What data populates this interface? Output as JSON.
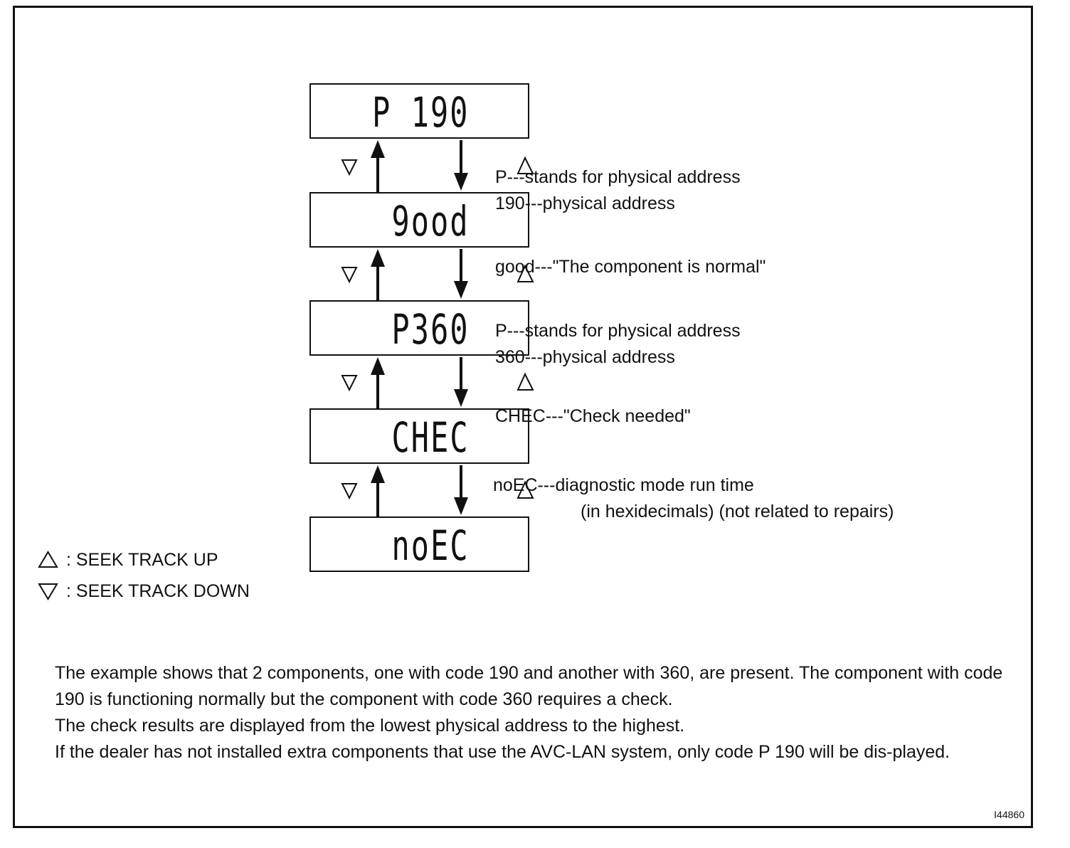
{
  "displays": [
    "P 190",
    "9ood",
    "P360",
    "CHEC",
    "noEC"
  ],
  "annotations": {
    "p190_line1": "P---stands for physical address",
    "p190_line2": "190---physical address",
    "good": "good---\"The component is normal\"",
    "p360_line1": "P---stands for physical address",
    "p360_line2": "360---physical address",
    "chec": "CHEC---\"Check needed\"",
    "noec_line1": "noEC---diagnostic mode run time",
    "noec_line2": "(in hexidecimals) (not related to repairs)"
  },
  "legend": {
    "up": ": SEEK TRACK UP",
    "down": ": SEEK TRACK DOWN",
    "up_icon": "triangle-up-icon",
    "down_icon": "triangle-down-icon"
  },
  "paragraphs": [
    "The example shows that 2 components, one with code 190 and another with 360, are present. The component with code 190 is functioning normally but the component with code 360 requires a check.",
    "The check results are displayed from the lowest physical address to the highest.",
    "If the dealer has not installed extra components that use the AVC-LAN system, only code P 190 will be dis-played."
  ],
  "figure_id": "I44860"
}
